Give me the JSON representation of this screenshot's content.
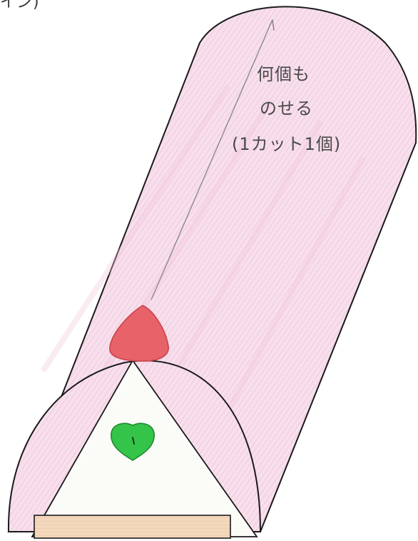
{
  "drawing": {
    "top_left_text": "イン)",
    "note": {
      "line1": "何個も",
      "line2": "のせる",
      "line3": "(1カット1個)"
    }
  },
  "colors": {
    "outline": "#1a1a1a",
    "roll_pink": "#f6dceb",
    "roll_pink_edge": "#e7a8cc",
    "cream": "#fbfbf8",
    "strawberry": "#e8626a",
    "strawberry_edge": "#c9434b",
    "kiwi": "#35c44a",
    "kiwi_edge": "#1f8a2b",
    "sponge": "#f3d6b8",
    "arrow": "#8a8a8a"
  },
  "icons": [
    "strawberry-icon",
    "kiwi-icon"
  ]
}
